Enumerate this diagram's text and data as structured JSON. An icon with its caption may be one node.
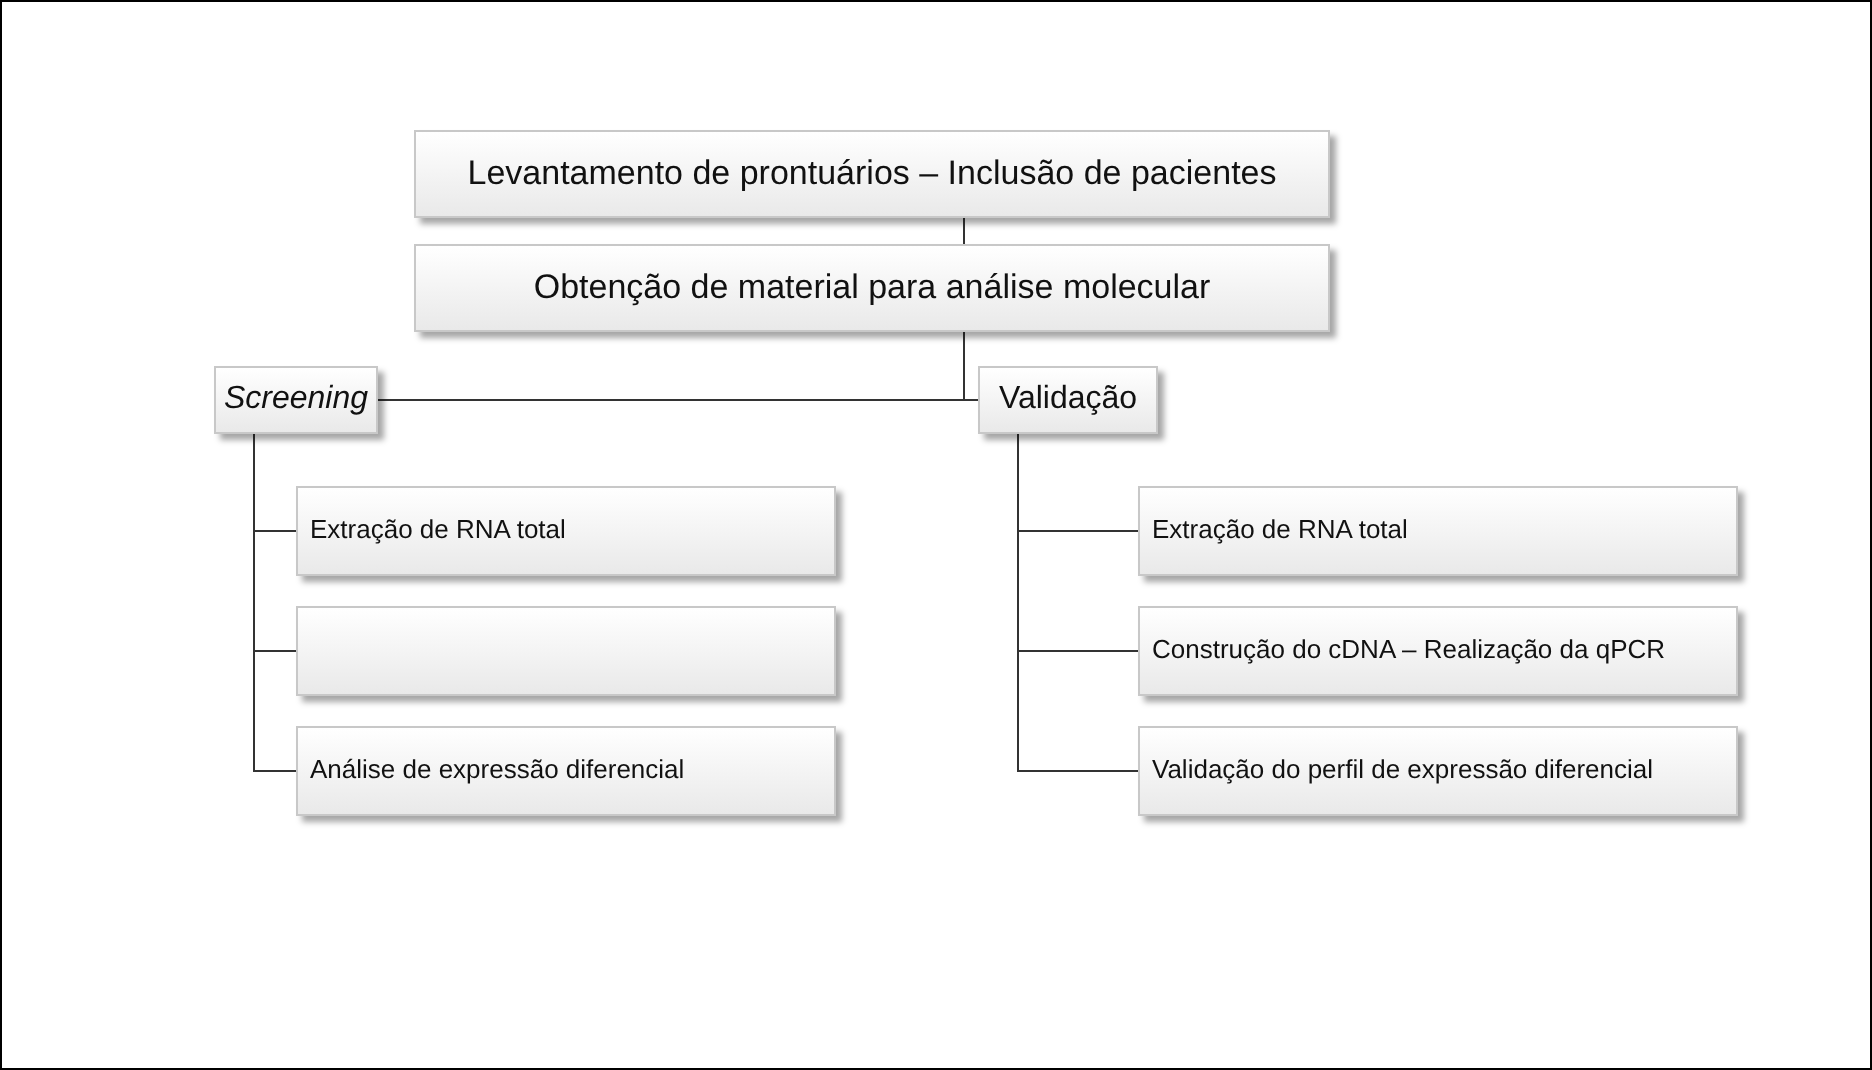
{
  "diagram": {
    "nodes": [
      {
        "text": [
          "Levantamento de prontuários – Inclusão de pacientes"
        ]
      },
      {
        "text": [
          "Obtenção de material para análise molecular"
        ]
      },
      {
        "text": [
          "Screening"
        ]
      },
      {
        "text": [
          "Validação"
        ]
      },
      {
        "text": [
          "Extração de RNA total"
        ]
      },
      {
        "text": [],
        "shape": "box"
      },
      {
        "text": [
          "Análise de expressão diferencial"
        ]
      },
      {
        "text": [
          "Extração de RNA total"
        ]
      },
      {
        "text": [
          "Construção do cDNA – Realização da qPCR"
        ]
      },
      {
        "text": [
          "Validação do perfil de expressão diferencial"
        ]
      }
    ],
    "edges": [
      {
        "from": 0,
        "to": 1,
        "arrow": "none"
      },
      {
        "from": 1,
        "to": 2,
        "arrow": "none"
      },
      {
        "from": 1,
        "to": 3,
        "arrow": "none"
      },
      {
        "from": 2,
        "to": 4,
        "arrow": "none"
      },
      {
        "from": 2,
        "to": 5,
        "arrow": "none"
      },
      {
        "from": 2,
        "to": 6,
        "arrow": "none"
      },
      {
        "from": 3,
        "to": 7,
        "arrow": "none"
      },
      {
        "from": 3,
        "to": 8,
        "arrow": "none"
      },
      {
        "from": 3,
        "to": 9,
        "arrow": "none"
      }
    ]
  }
}
